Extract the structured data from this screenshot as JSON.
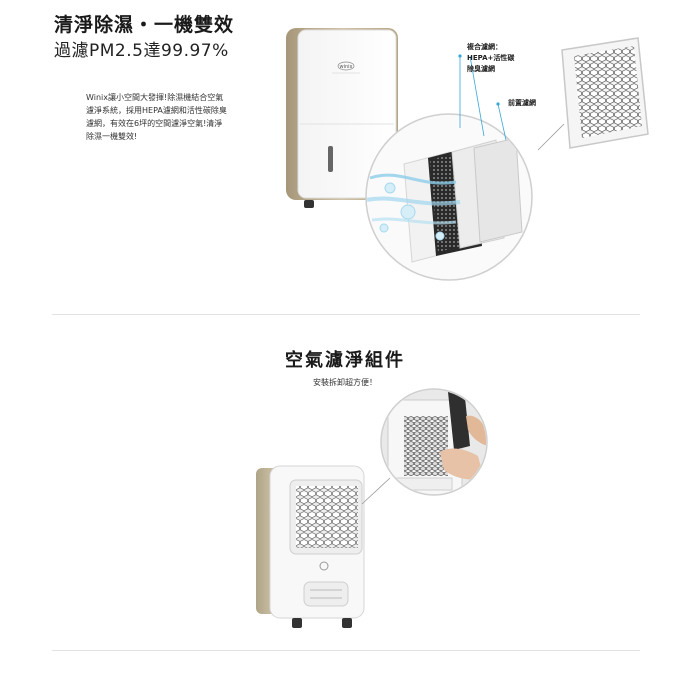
{
  "section1": {
    "title": "清淨除濕・一機雙效",
    "subtitle": "過濾PM2.5達99.97%",
    "description_lines": [
      "Winix讓小空間大發揮!除濕機結合空氣",
      "濾淨系統，採用HEPA濾網和活性碳除臭",
      "濾網，有效在6坪的空間濾淨空氣!清淨",
      "除濕一機雙效!"
    ],
    "product_brand": "winix",
    "filter_labels": {
      "composite_line1": "複合濾網：",
      "composite_line2": "HEPA+活性碳",
      "composite_line3": "除臭濾網",
      "pre_filter": "前置濾網"
    }
  },
  "section2": {
    "title": "空氣濾淨組件",
    "subtitle": "安裝拆卸超方便！"
  },
  "colors": {
    "accent_blue": "#3aa7d8",
    "body_gold": "#b8a98a",
    "divider": "#e2e2e2"
  }
}
